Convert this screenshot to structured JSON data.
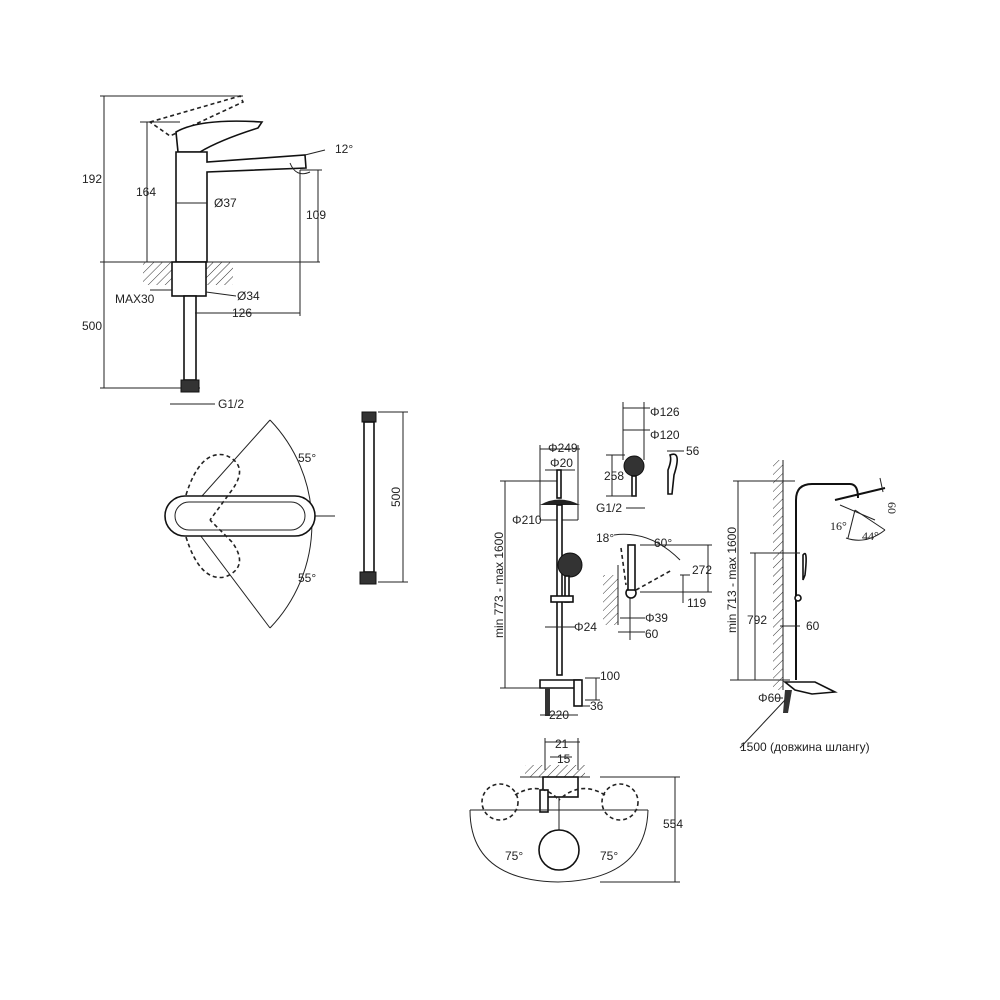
{
  "faucet": {
    "d_height_total": "192",
    "d_height_handle": "164",
    "d_angle": "12°",
    "d_body": "Ø37",
    "d_spout_height": "109",
    "d_max": "MAX30",
    "d_base": "Ø34",
    "d_reach": "126",
    "d_hose_len": "500",
    "d_thread": "G1/2"
  },
  "handle_view": {
    "angle_top": "55°",
    "angle_bottom": "55°"
  },
  "hose": {
    "length": "500"
  },
  "shower_front": {
    "d_head_outer": "Φ249",
    "d_pipe_top": "Φ20",
    "d_head": "Φ210",
    "d_pipe": "Φ24",
    "d_height": "min 773 - max 1600",
    "d_mixer_h": "100",
    "d_mixer_d": "36",
    "d_centers": "220"
  },
  "hand_shower": {
    "d_outer": "Φ126",
    "d_inner": "Φ120",
    "d_length": "258",
    "d_thread": "G1/2",
    "d_side": "56"
  },
  "holder": {
    "angle_a": "18°",
    "angle_b": "60°",
    "d_272": "272",
    "d_119": "119",
    "d_39": "Φ39",
    "d_60": "60"
  },
  "shower_side": {
    "d_height": "min 713 - max 1600",
    "d_792": "792",
    "d_60": "60",
    "d_flange": "Φ60",
    "angle_a": "16°",
    "angle_b": "44°",
    "d_head_60": "60",
    "hose_note": "1500 (довжина шлангу)"
  },
  "top_view": {
    "d_21": "21",
    "d_15": "15",
    "d_554": "554",
    "angle_left": "75°",
    "angle_right": "75°"
  }
}
